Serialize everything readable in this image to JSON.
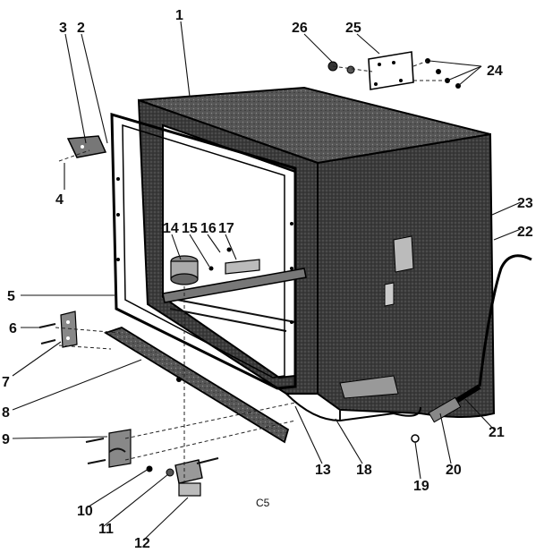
{
  "diagram": {
    "callouts": [
      "1",
      "2",
      "3",
      "4",
      "5",
      "6",
      "7",
      "8",
      "9",
      "10",
      "11",
      "12",
      "13",
      "14",
      "15",
      "16",
      "17",
      "18",
      "19",
      "20",
      "21",
      "22",
      "23",
      "24",
      "25",
      "26"
    ],
    "drawing_code": "C5"
  }
}
